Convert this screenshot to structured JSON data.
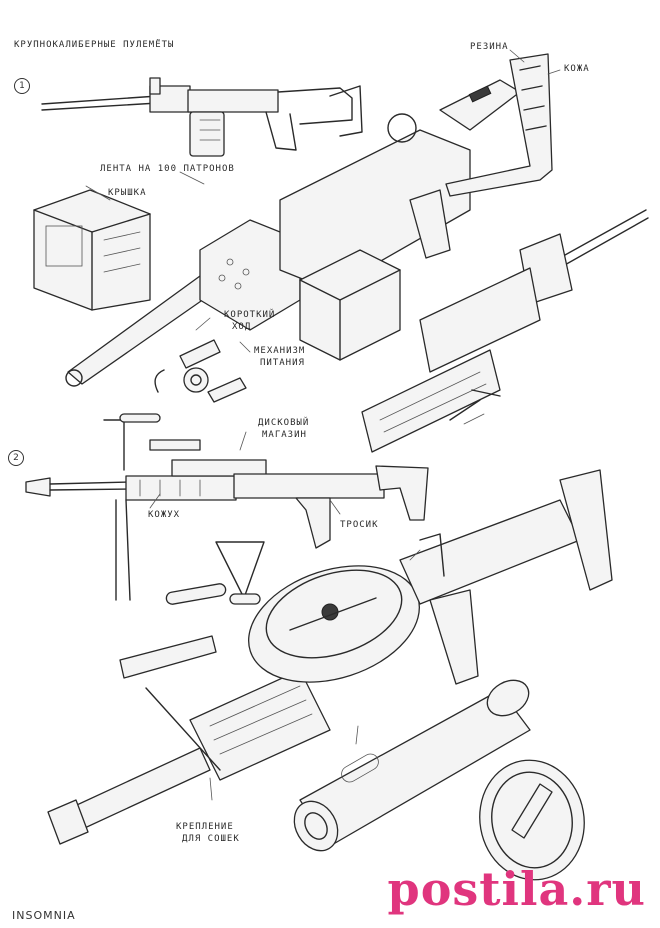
{
  "sheet": {
    "title": "Крупнокалиберные пулемёты",
    "section_1": "1",
    "section_2": "2",
    "signature": "Insomnia",
    "watermark": "postila.ru"
  },
  "labels": {
    "rubber": "Резина",
    "leather": "Кожа",
    "belt": "Лента на 100 патронов",
    "cover": "Крышка",
    "short_stroke": "Короткий",
    "short_stroke_2": "ход",
    "feed_mech": "Механизм",
    "feed_mech_2": "питания",
    "drum_mag": "Дисковый",
    "drum_mag_2": "магазин",
    "casing": "Кожух",
    "cable": "Тросик",
    "bipod_mount": "Крепление",
    "bipod_mount_2": "для сошек"
  },
  "colors": {
    "ink": "#2a2a2a",
    "watermark": "#e0357e"
  }
}
